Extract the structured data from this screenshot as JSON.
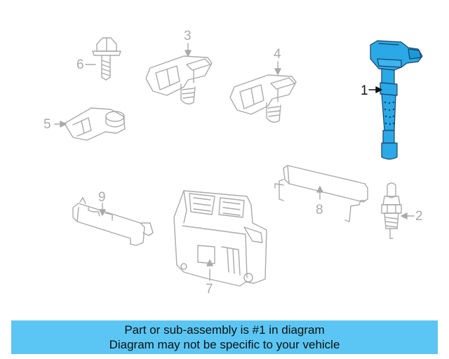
{
  "callouts": {
    "c1": "1",
    "c2": "2",
    "c3": "3",
    "c4": "4",
    "c5": "5",
    "c6": "6",
    "c7": "7",
    "c8": "8",
    "c9": "9"
  },
  "colors": {
    "highlight": "#5bc6f3",
    "line": "#aaaaaa",
    "part": "#2aa9e6"
  },
  "banner": {
    "line1": "Part or sub-assembly is #1 in diagram",
    "line2": "Diagram may not be specific to your vehicle"
  }
}
